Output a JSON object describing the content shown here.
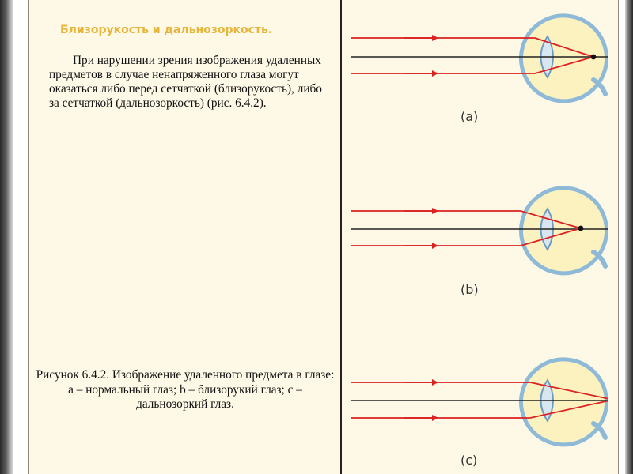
{
  "slide": {
    "title": "Близорукость и дальнозоркость.",
    "paragraph": "При нарушении зрения изображения удаленных предметов в случае ненапряженного глаза могут оказаться либо перед сетчаткой (близорукость), либо за сетчаткой (дальнозоркость) (рис. 6.4.2).",
    "caption": "Рисунок 6.4.2. Изображение удаленного предмета в глазе: а – нормальный глаз; b – близорукий глаз; с – дальнозоркий глаз."
  },
  "figure": {
    "panels": [
      {
        "label": "(a)"
      },
      {
        "label": "(b)"
      },
      {
        "label": "(c)"
      }
    ],
    "colors": {
      "ray": "#dc2222",
      "axis": "#222222",
      "eye_outline": "#8ebad8",
      "eye_fill": "#fcf2bf",
      "lens_fill": "#d8e6ef",
      "lens_outline": "#6e9cc0",
      "focal_point": "#111111"
    }
  }
}
